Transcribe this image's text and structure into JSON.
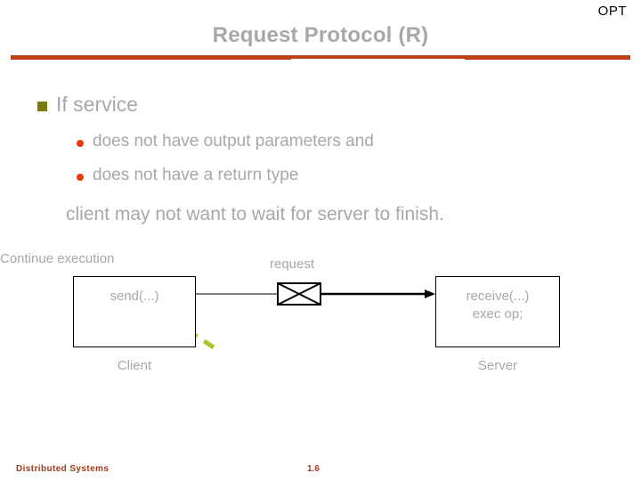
{
  "header": {
    "corner_tag": "OPT",
    "title": "Request Protocol (R)",
    "rule_color": "#bf4018",
    "title_color": "#a8a8a8"
  },
  "bullets": {
    "level1": {
      "text": "If service",
      "bullet_icon": "square-bullet-icon",
      "bullet_color": "#7a7a11"
    },
    "level2": [
      {
        "text": "does not have output parameters and",
        "bullet_icon": "dot-bullet-icon",
        "bullet_color": "#e8380d"
      },
      {
        "text": "does not have a return type",
        "bullet_icon": "dot-bullet-icon",
        "bullet_color": "#e8380d"
      }
    ],
    "closing": "client may not want to wait for server to finish."
  },
  "diagram": {
    "message_label": "request",
    "envelope_icon": "envelope-icon",
    "client": {
      "call": "send(...)",
      "caption": "Client",
      "block_arrow_icon": "down-arrow-icon",
      "block_arrow_color": "#c4139c"
    },
    "server": {
      "line1": "receive(...)",
      "line2": "exec op;",
      "caption": "Server"
    },
    "continue": {
      "label": "Continue execution",
      "arrow_icon": "dashed-arrow-icon",
      "arrow_color": "#a8c62a"
    },
    "request_arrow_color": "#000000"
  },
  "footer": {
    "left_label": "Distributed Systems",
    "page_number": "1.6",
    "color": "#a0391b"
  }
}
